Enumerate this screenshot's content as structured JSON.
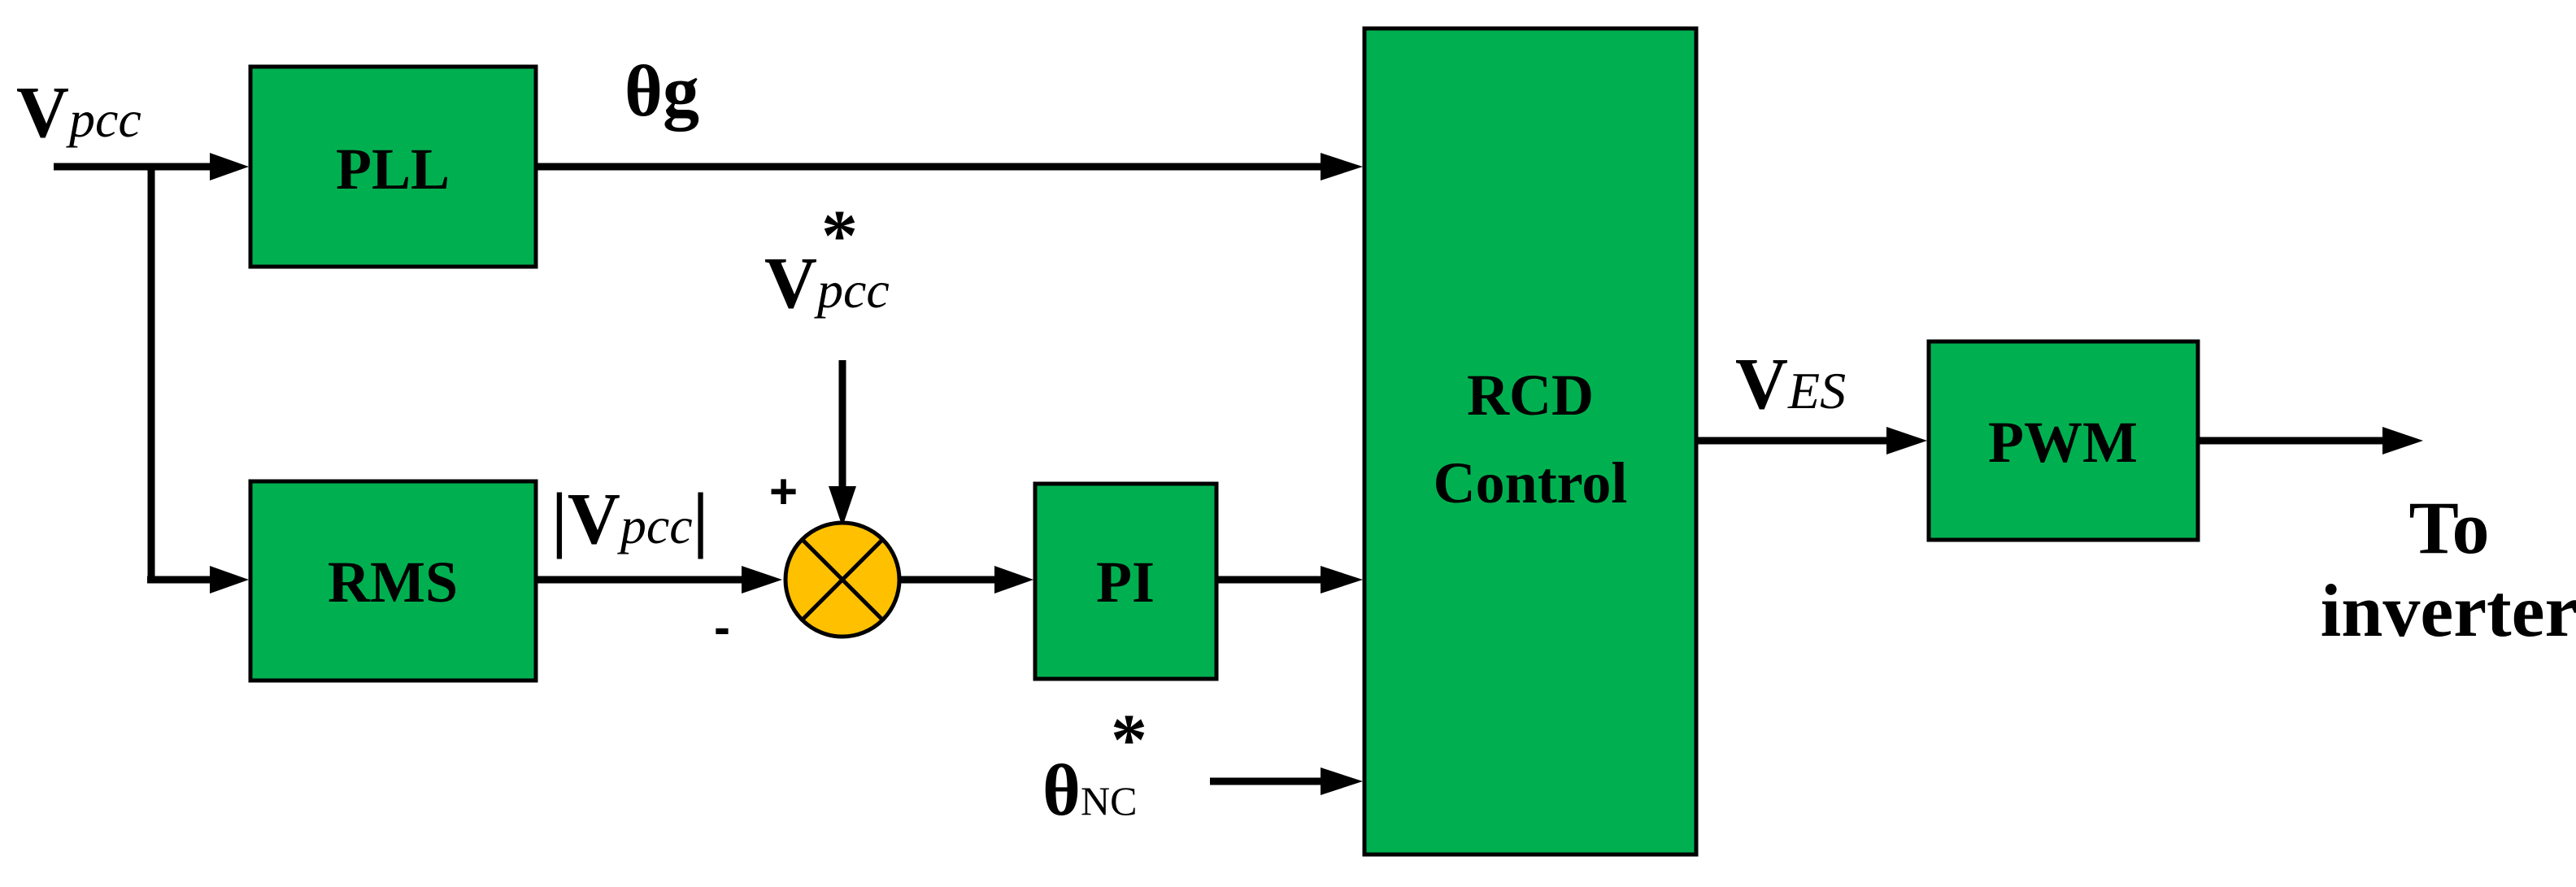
{
  "colors": {
    "block_fill": "#00b050",
    "summer_fill": "#ffc000",
    "line": "#000000",
    "background": "#ffffff"
  },
  "blocks": {
    "pll": "PLL",
    "rms": "RMS",
    "pi": "PI",
    "rcd_line1": "RCD",
    "rcd_line2": "Control",
    "pwm": "PWM"
  },
  "signals": {
    "vpcc_main": "V",
    "vpcc_sub": "pcc",
    "theta_g_main": "θ",
    "theta_g_sub": "g",
    "vref_main": "V",
    "vref_sub": "pcc",
    "vref_star": "*",
    "vmag_bar_left": "|",
    "vmag_main": "V",
    "vmag_sub": "pcc",
    "vmag_bar_right": "|",
    "theta_nc_main": "θ",
    "theta_nc_sub": "NC",
    "theta_nc_star": "*",
    "ves_main": "V",
    "ves_sub": "ES"
  },
  "summer": {
    "plus": "+",
    "minus": "-"
  },
  "output": {
    "line1": "To",
    "line2": "inverter"
  }
}
